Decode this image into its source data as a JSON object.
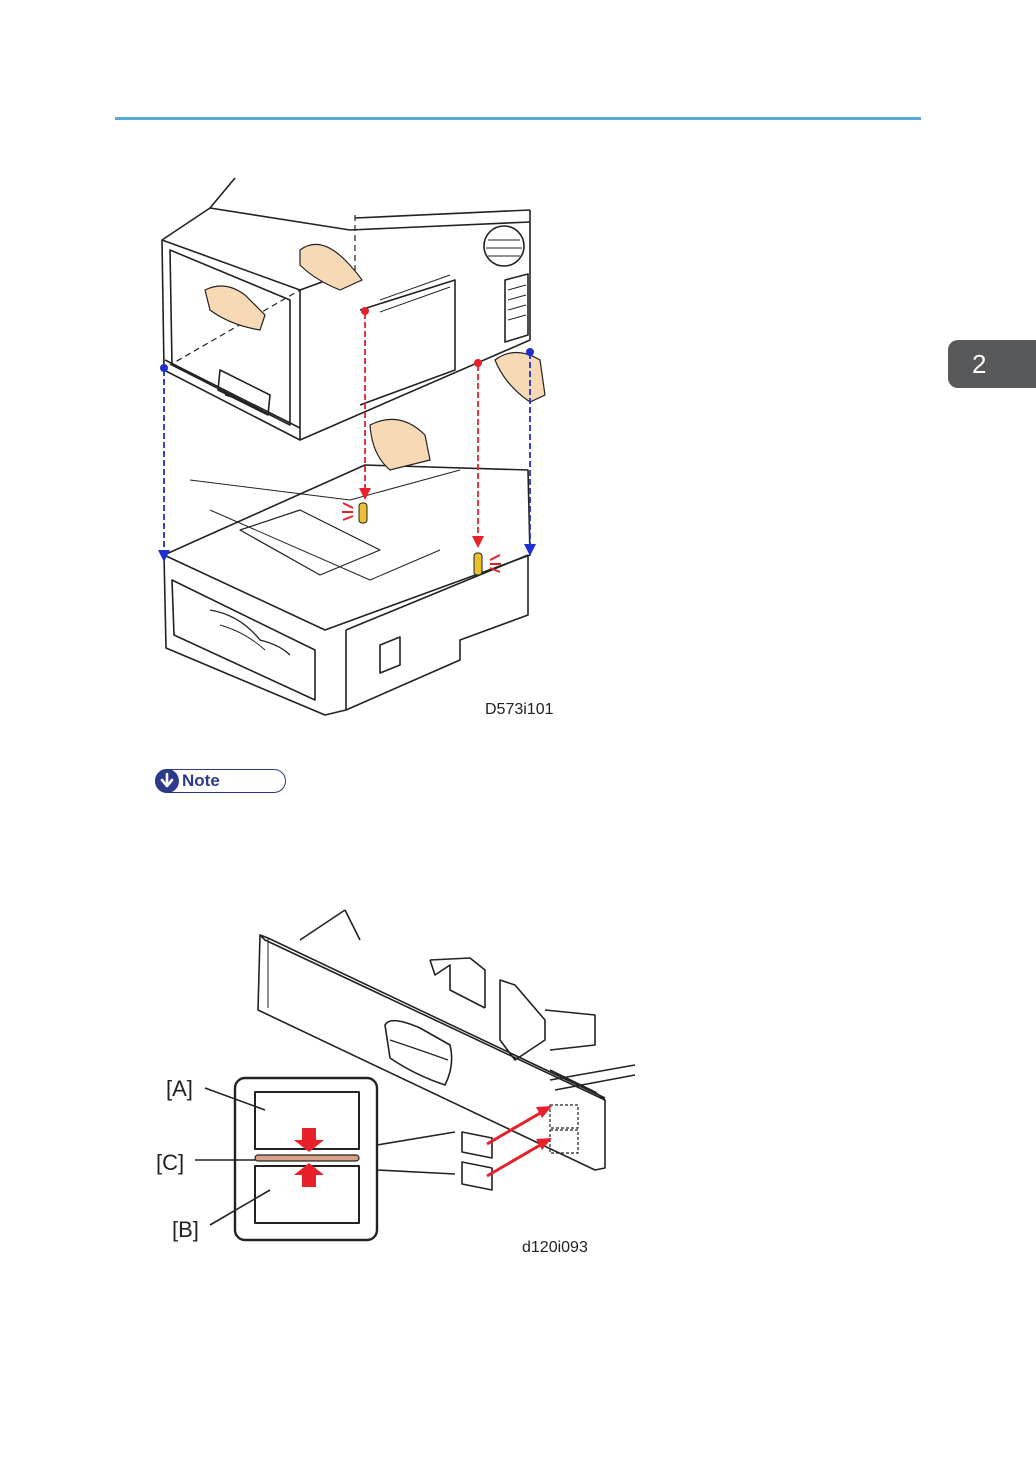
{
  "header": {
    "chapter_number": "2"
  },
  "figure1": {
    "id_label": "D573i101",
    "colors": {
      "pin_guides": "#e8202a",
      "edge_guides": "#2030d0",
      "hands": "#f7d9b5",
      "pins": "#e8c030"
    }
  },
  "note": {
    "label": "Note",
    "icon": "down-arrow-circle-icon",
    "color": "#2d3a8c"
  },
  "figure2": {
    "id_label": "d120i093",
    "callouts": {
      "a": "[A]",
      "b": "[B]",
      "c": "[C]"
    },
    "colors": {
      "arrows": "#e8202a",
      "seam_line": "#d9a08a"
    }
  },
  "theme": {
    "rule_color": "#5aa8d8",
    "tab_color": "#58595b"
  }
}
